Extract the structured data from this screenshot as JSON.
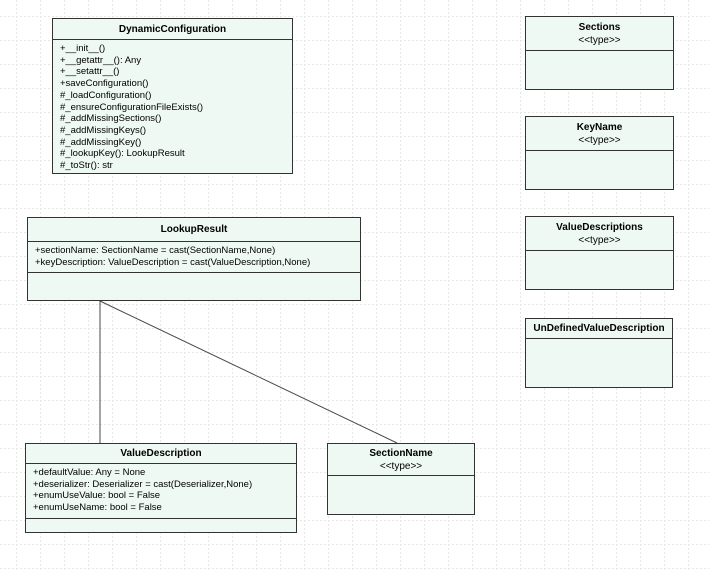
{
  "diagram": {
    "colors": {
      "background": "#ffffff",
      "box_fill": "#eef9f3",
      "box_border": "#333333",
      "grid_line": "#e7e7e7",
      "connector": "#4a4a4a",
      "text": "#000000"
    },
    "classes": [
      {
        "name": "DynamicConfiguration",
        "stereotype": "",
        "members": [
          "+__init__()",
          "+__getattr__(): Any",
          "+__setattr__()",
          "+saveConfiguration()",
          "#_loadConfiguration()",
          "#_ensureConfigurationFileExists()",
          "#_addMissingSections()",
          "#_addMissingKeys()",
          "#_addMissingKey()",
          "#_lookupKey(): LookupResult",
          "#_toStr(): str"
        ]
      },
      {
        "name": "Sections",
        "stereotype": "<<type>>",
        "members": []
      },
      {
        "name": "KeyName",
        "stereotype": "<<type>>",
        "members": []
      },
      {
        "name": "ValueDescriptions",
        "stereotype": "<<type>>",
        "members": []
      },
      {
        "name": "UnDefinedValueDescription",
        "stereotype": "",
        "members": []
      },
      {
        "name": "LookupResult",
        "stereotype": "",
        "members": [
          "+sectionName: SectionName = cast(SectionName,None)",
          "+keyDescription: ValueDescription = cast(ValueDescription,None)"
        ]
      },
      {
        "name": "ValueDescription",
        "stereotype": "",
        "members": [
          "+defaultValue: Any = None",
          "+deserializer: Deserializer = cast(Deserializer,None)",
          "+enumUseValue: bool = False",
          "+enumUseName: bool = False"
        ]
      },
      {
        "name": "SectionName",
        "stereotype": "<<type>>",
        "members": []
      }
    ],
    "relations": [
      {
        "from": "LookupResult",
        "to": "ValueDescription"
      },
      {
        "from": "LookupResult",
        "to": "SectionName"
      }
    ]
  }
}
